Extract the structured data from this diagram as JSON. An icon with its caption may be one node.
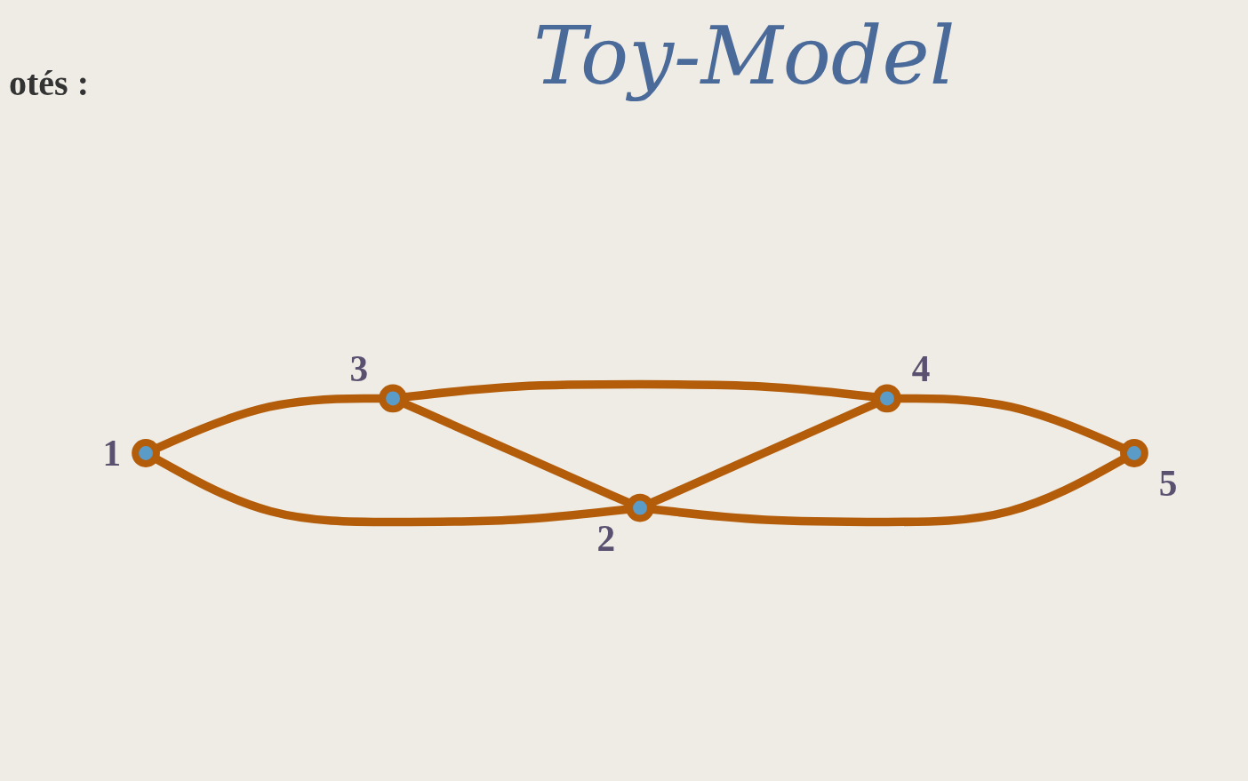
{
  "diagram": {
    "title": "Toy-Model",
    "nodes": [
      {
        "text": [],
        "shape": "circle",
        "beside": [
          "1"
        ]
      },
      {
        "text": [],
        "shape": "circle",
        "beside": [
          "3"
        ]
      },
      {
        "text": [],
        "shape": "circle",
        "beside": [
          "2"
        ]
      },
      {
        "text": [],
        "shape": "circle",
        "beside": [
          "4"
        ]
      },
      {
        "text": [],
        "shape": "circle",
        "beside": [
          "5"
        ]
      }
    ],
    "edges": [
      {
        "from": 0,
        "to": 1,
        "arrow": "none"
      },
      {
        "from": 0,
        "to": 2,
        "arrow": "none"
      },
      {
        "from": 1,
        "to": 3,
        "arrow": "none"
      },
      {
        "from": 1,
        "to": 2,
        "arrow": "none"
      },
      {
        "from": 2,
        "to": 3,
        "arrow": "none"
      },
      {
        "from": 2,
        "to": 4,
        "arrow": "none"
      },
      {
        "from": 3,
        "to": 4,
        "arrow": "none"
      }
    ],
    "labels": [
      "otés :"
    ]
  }
}
